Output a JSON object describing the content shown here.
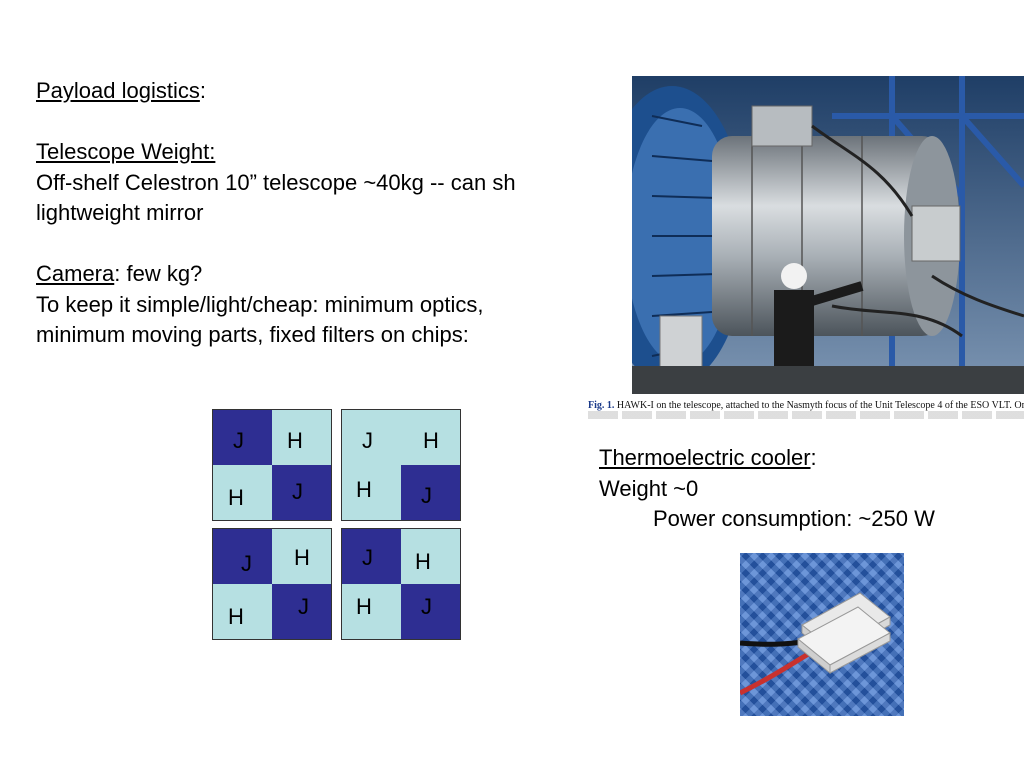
{
  "payload": {
    "heading": "Payload logistics",
    "heading_suffix": ":",
    "weight_heading": "Telescope Weight:",
    "weight_line1": "Off-shelf Celestron 10” telescope ~40kg -- can sh",
    "weight_line2": "lightweight mirror",
    "camera_heading": "Camera",
    "camera_suffix": ": few kg?",
    "camera_line1": "To keep it simple/light/cheap: minimum optics,",
    "camera_line2": "minimum moving parts, fixed filters on chips:"
  },
  "filter_chips": [
    {
      "cells": [
        "J",
        "H",
        "H",
        "J"
      ]
    },
    {
      "cells": [
        "J",
        "H",
        "H",
        "J"
      ]
    },
    {
      "cells": [
        "J",
        "H",
        "H",
        "J"
      ]
    },
    {
      "cells": [
        "J",
        "H",
        "H",
        "J"
      ]
    }
  ],
  "figure": {
    "caption_label": "Fig. 1.",
    "caption_text": "HAWK-I on the telescope, attached to the Nasmyth focus of the Unit Telescope 4 of the ESO VLT. On th"
  },
  "cooler": {
    "heading": "Thermoelectric cooler",
    "heading_suffix": ":",
    "weight": "Weight ~0",
    "power": "Power consumption: ~250 W"
  },
  "colors": {
    "chip_dark": "#2e2e92",
    "chip_light": "#b6e0e2"
  }
}
